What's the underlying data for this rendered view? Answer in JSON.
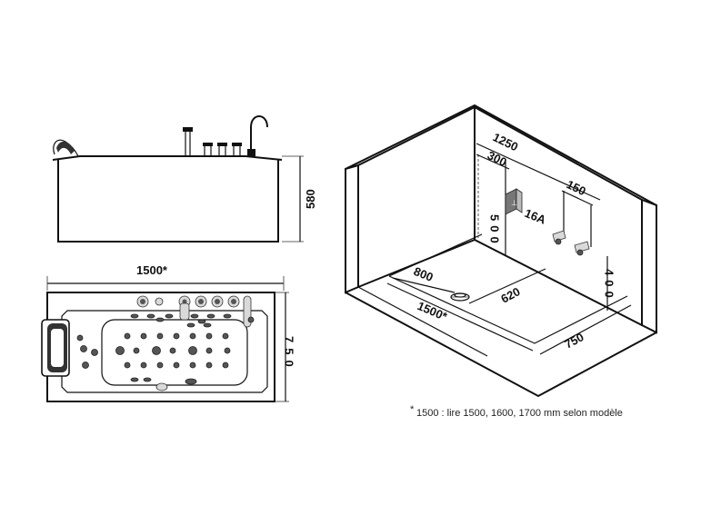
{
  "side_view": {
    "height_label": "580"
  },
  "top_view": {
    "length_label": "1500*",
    "width_label": "750"
  },
  "room_view": {
    "outlet_offset_label": "1250",
    "socket_offset_label": "300",
    "tap_spacing_label": "150",
    "socket_rating_label": "16A",
    "socket_height_label": "500",
    "tap_height_label": "400",
    "drain_offset_label": "800",
    "drain_depth_label": "620",
    "length_label": "1500*",
    "width_label": "750"
  },
  "footnote": {
    "marker": "*",
    "text": "1500 :  lire 1500, 1600, 1700 mm selon modèle"
  }
}
